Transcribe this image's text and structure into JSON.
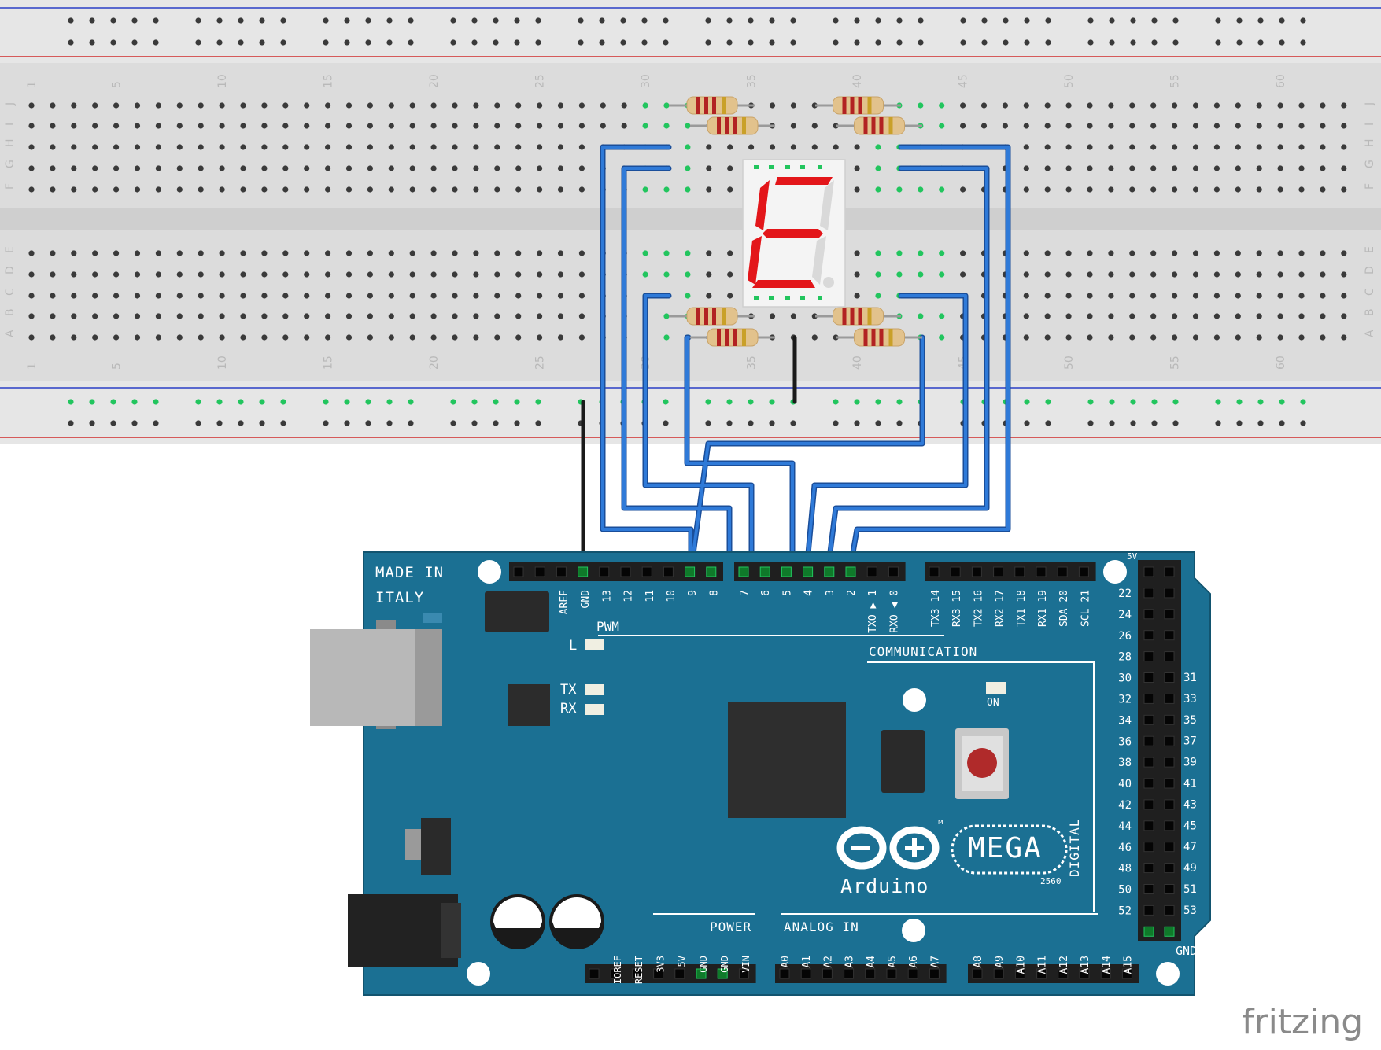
{
  "app": {
    "watermark": "fritzing"
  },
  "breadboard": {
    "row_letters_top": [
      "J",
      "I",
      "H",
      "G",
      "F"
    ],
    "row_letters_bottom": [
      "E",
      "D",
      "C",
      "B",
      "A"
    ],
    "column_numbers": [
      "1",
      "5",
      "10",
      "15",
      "20",
      "25",
      "30",
      "35",
      "40",
      "45",
      "50",
      "55",
      "60"
    ]
  },
  "display": {
    "segments_lit": [
      "a",
      "f",
      "g",
      "e",
      "d"
    ],
    "segment_color": "#e3161a",
    "unlit_color": "#d9d9d9"
  },
  "board": {
    "made_in": [
      "MADE IN",
      "ITALY"
    ],
    "pwm_label": "PWM",
    "l_label": "L",
    "tx_label": "TX",
    "rx_label": "RX",
    "on_label": "ON",
    "communication_label": "COMMUNICATION",
    "digital_label": "DIGITAL",
    "power_label": "POWER",
    "analog_label": "ANALOG IN",
    "logo_text": "Arduino",
    "mega_text": "MEGA",
    "model_text": "2560",
    "tm_text": "TM",
    "top_pins_left": [
      "AREF",
      "GND",
      "13",
      "12",
      "11",
      "10",
      "9",
      "8"
    ],
    "top_pins_mid": [
      "7",
      "6",
      "5",
      "4",
      "3",
      "2",
      "TXO ▶ 1",
      "RXO ◀ 0"
    ],
    "top_pins_comm": [
      "TX3 14",
      "RX3 15",
      "TX2 16",
      "RX2 17",
      "TX1 18",
      "RX1 19",
      "SDA 20",
      "SCL 21"
    ],
    "right_left_col": [
      "22",
      "24",
      "26",
      "28",
      "30",
      "32",
      "34",
      "36",
      "38",
      "40",
      "42",
      "44",
      "46",
      "48",
      "50",
      "52"
    ],
    "right_right_col": [
      "31",
      "33",
      "35",
      "37",
      "39",
      "41",
      "43",
      "45",
      "47",
      "49",
      "51",
      "53"
    ],
    "right_top_label": "5V",
    "right_bottom_label": "GND",
    "power_pins": [
      "IOREF",
      "RESET",
      "3V3",
      "5V",
      "GND",
      "GND",
      "VIN"
    ],
    "analog_pins_a": [
      "A0",
      "A1",
      "A2",
      "A3",
      "A4",
      "A5",
      "A6",
      "A7"
    ],
    "analog_pins_b": [
      "A8",
      "A9",
      "A10",
      "A11",
      "A12",
      "A13",
      "A14",
      "A15"
    ]
  },
  "colors": {
    "board": "#1b7093",
    "wire": "#2a6dc6",
    "wire_gnd": "#1a1a1a",
    "breadboard": "#dcdcdc",
    "rail_red": "#d12b2b",
    "rail_blue": "#2a3fc5"
  }
}
